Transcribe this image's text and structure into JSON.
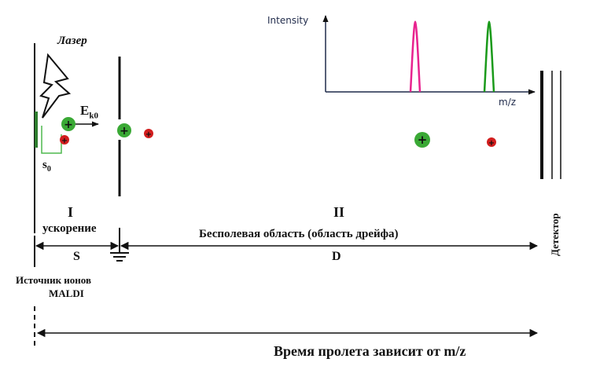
{
  "labels": {
    "laser": "Лазер",
    "ek0_main": "E",
    "ek0_sub": "k0",
    "s0_main": "s",
    "s0_sub": "0",
    "region1_num": "I",
    "region1_name": "ускорение",
    "region1_len": "S",
    "region2_num": "II",
    "region2_name": "Бесполевая область (область дрейфа)",
    "region2_len": "D",
    "source": [
      "Источник ионов",
      "MALDI"
    ],
    "detector": "Детектор",
    "flight_time": "Время пролета зависит от m/z"
  },
  "inset": {
    "ylabel": "Intensity",
    "xlabel": "m/z"
  },
  "colors": {
    "large_ion": "#3aa935",
    "small_ion": "#d21e1e",
    "peak_pink": "#e8238f",
    "peak_green": "#1a9a1a",
    "s0_bracket": "#4fb84f",
    "axis_dark": "#1f2a4a"
  }
}
